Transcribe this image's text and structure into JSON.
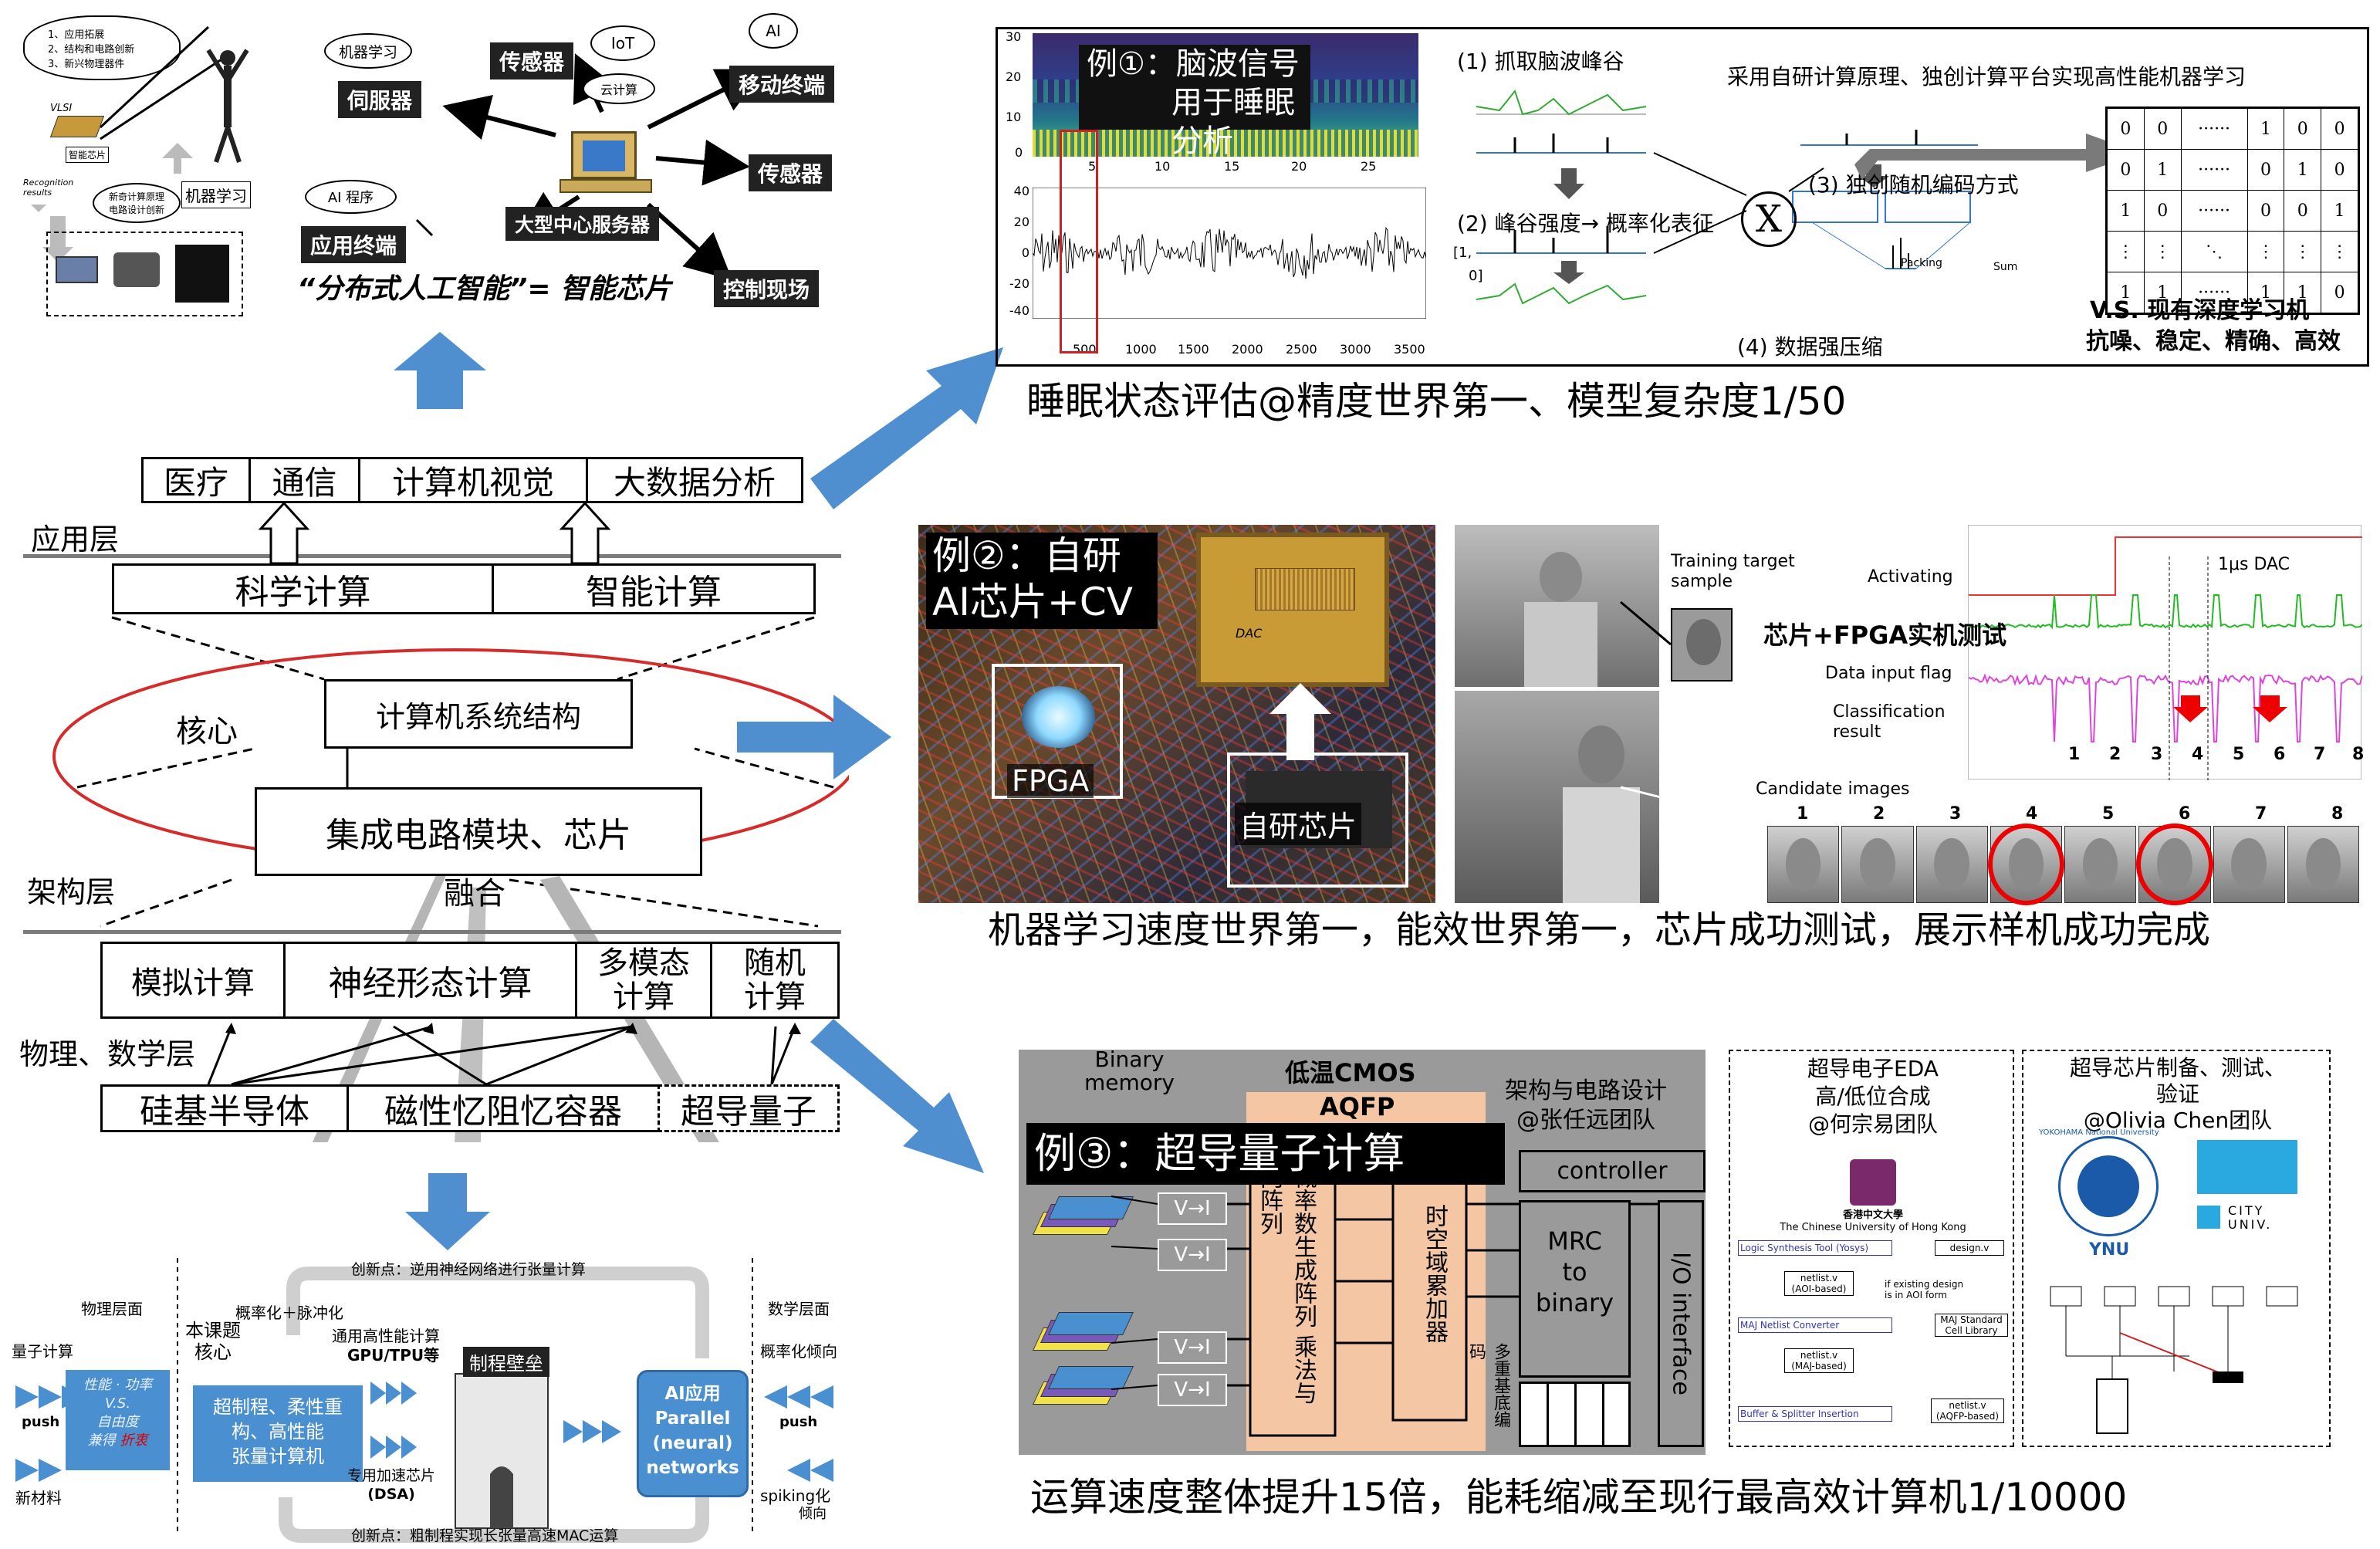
{
  "top_left": {
    "list": [
      "1、应用拓展",
      "2、结构和电路创新",
      "3、新兴物理器件"
    ],
    "vlsi": "VLSI",
    "smart_chip": "智能芯片",
    "recognition": "Recognition results",
    "novel": [
      "新奇计算原理",
      "电路设计创新"
    ],
    "ml": "机器学习"
  },
  "distributed": {
    "machine_learning": "机器学习",
    "server": "伺服器",
    "sensor1": "传感器",
    "iot": "IoT",
    "cloud": "云计算",
    "ai": "AI",
    "mobile": "移动终端",
    "sensor2": "传感器",
    "ai_program": "AI 程序",
    "app_terminal": "应用终端",
    "central_server": "大型中心服务器",
    "control_field": "控制现场",
    "slogan": "“分布式人工智能”= 智能芯片"
  },
  "layers": {
    "apps": [
      "医疗",
      "通信",
      "计算机视觉",
      "大数据分析"
    ],
    "app_layer": "应用层",
    "compute": [
      "科学计算",
      "智能计算"
    ],
    "core": "核心",
    "arch": "计算机系统结构",
    "ic": "集成电路模块、芯片",
    "fusion": "融合",
    "arch_layer": "架构层",
    "paradigms": [
      "模拟计算",
      "神经形态计算",
      "多模态计算",
      "随机计算"
    ],
    "phys_layer": "物理、数学层",
    "devices": [
      "硅基半导体",
      "磁性忆阻忆容器",
      "超导量子"
    ]
  },
  "bottom_left": {
    "phys_level": "物理层面",
    "math_level": "数学层面",
    "quantum": "量子计算",
    "push_left": "push",
    "new_material": "新材料",
    "perf": [
      "性能 · 功率",
      "V.S.",
      "自由度",
      "兼得",
      "折衷"
    ],
    "topic": [
      "本课题",
      "核心"
    ],
    "prob_pulse": "概率化＋脉冲化",
    "gen_high": "通用高性能计算",
    "gpu": "GPU/TPU等",
    "barrier": "制程壁垒",
    "innovation_top": "创新点：逆用神经网络进行张量计算",
    "innovation_bottom": "创新点：粗制程实现长张量高速MAC运算",
    "tensor": [
      "超制程、柔性重",
      "构、高性能",
      "张量计算机"
    ],
    "dsa": [
      "专用加速芯片",
      "(DSA)"
    ],
    "ai_box": [
      "AI应用",
      "Parallel",
      "(neural)",
      "networks"
    ],
    "prob_trend": "概率化倾向",
    "push_right": "push",
    "spiking": "spiking化",
    "trend": "倾向"
  },
  "ex1": {
    "title": [
      "例①：脑波信号",
      "用于睡眠分析"
    ],
    "spectro_yticks": [
      "30",
      "20",
      "10",
      "0"
    ],
    "spectro_xticks": [
      "5",
      "10",
      "15",
      "20",
      "25"
    ],
    "wave_yticks": [
      "40",
      "20",
      "0",
      "-20",
      "-40"
    ],
    "wave_xticks": [
      "500",
      "1000",
      "1500",
      "2000",
      "2500",
      "3000",
      "3500"
    ],
    "step1": "(1) 抓取脑波峰谷",
    "step2": "(2) 峰谷强度→ 概率化表征",
    "range": [
      "[1,",
      "0]"
    ],
    "step3": "(3) 独创随机编码方式",
    "step4": "(4) 数据强压缩",
    "packing": "Packing",
    "sum": "Sum",
    "x_symbol": "X",
    "self_research": "采用自研计算原理、独创计算平台实现高性能机器学习",
    "matrix_rows": [
      [
        "0",
        "0",
        "······",
        "1",
        "0",
        "0"
      ],
      [
        "0",
        "1",
        "······",
        "0",
        "1",
        "0"
      ],
      [
        "1",
        "0",
        "······",
        "0",
        "0",
        "1"
      ],
      [
        "⋮",
        "⋮",
        "⋱",
        "⋮",
        "⋮",
        "⋮"
      ],
      [
        "1",
        "1",
        "······",
        "1",
        "1",
        "0"
      ]
    ],
    "vs": [
      "V.S. 现有深度学习机",
      "抗噪、稳定、精确、高效"
    ],
    "caption": "睡眠状态评估@精度世界第一、模型复杂度1/50"
  },
  "ex2": {
    "title": [
      "例②：自研",
      "AI芯片+CV"
    ],
    "fpga": "FPGA",
    "own_chip": "自研芯片",
    "dac": "DAC",
    "training": [
      "Training target",
      "sample"
    ],
    "activating": "Activating",
    "dac_time": "1μs DAC",
    "chip_test": "芯片+FPGA实机测试",
    "data_flag": "Data input flag",
    "classification": [
      "Classification",
      "result"
    ],
    "nums": [
      "1",
      "2",
      "3",
      "4",
      "5",
      "6",
      "7",
      "8"
    ],
    "candidate": "Candidate images",
    "caption": "机器学习速度世界第一，能效世界第一，芯片成功测试，展示样机成功完成"
  },
  "ex3": {
    "binary_memory": [
      "Binary",
      "memory"
    ],
    "low_temp": "低温CMOS",
    "aqfp": "AQFP",
    "title": "例③：超导量子计算",
    "vi": "V→I",
    "prob_gen": [
      "概率数生成阵列",
      "乘法与门阵列"
    ],
    "time_acc": "时空域累加器",
    "multi_code": "多重基底编码",
    "controller": "controller",
    "mrc": [
      "MRC",
      "to",
      "binary"
    ],
    "io": "I/O interface",
    "arch_circuit": [
      "架构与电路设计",
      "@张任远团队"
    ],
    "eda": [
      "超导电子EDA",
      "高/低位合成",
      "@何宗易团队"
    ],
    "cuhk": [
      "香港中文大學",
      "The Chinese University of Hong Kong"
    ],
    "flow": {
      "logic": "Logic Synthesis Tool (Yosys)",
      "design": "design.v",
      "netlist1": "netlist.v",
      "aoi": "(AOI-based)",
      "if_exist": [
        "if existing design",
        "is in AOI form"
      ],
      "maj_conv": "MAJ Netlist Converter",
      "maj_std": [
        "MAJ Standard",
        "Cell Library"
      ],
      "netlist2": "netlist.v",
      "maj_based": "(MAJ-based)",
      "buffer": "Buffer & Splitter Insertion",
      "netlist3": "netlist.v",
      "aqfp_based": "(AQFP-based)"
    },
    "fab": [
      "超导芯片制备、测试、",
      "验证",
      "@Olivia Chen团队"
    ],
    "ynu_ring": "YOKOHAMA National University",
    "ynu": "YNU",
    "city": [
      "CITY",
      "UNIV."
    ],
    "caption": "运算速度整体提升15倍，能耗缩减至现行最高效计算机1/10000"
  },
  "colors": {
    "arrow_blue": "#4f8fd0",
    "ellipse_red": "#d62b2b",
    "aqfp_bg": "#f4c6a4",
    "gray_bg": "#9a9a9a",
    "tensor_blue": "#4a8fd0"
  }
}
